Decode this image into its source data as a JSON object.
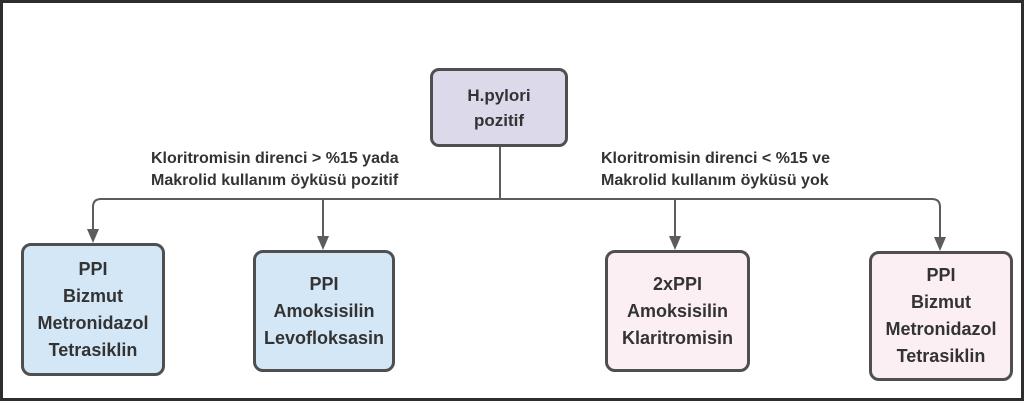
{
  "diagram": {
    "root_box": {
      "lines": [
        "H.pylori",
        "pozitif"
      ],
      "fill": "#dcd9ea"
    },
    "branch_labels": [
      {
        "side": "left",
        "lines": [
          "Kloritromisin direnci > %15 yada",
          "Makrolid kullanım öyküsü pozitif"
        ]
      },
      {
        "side": "right",
        "lines": [
          "Kloritromisin direnci < %15 ve",
          "Makrolid kullanım öyküsü yok"
        ]
      }
    ],
    "leaf_boxes": [
      {
        "lines": [
          "PPI",
          "Bizmut",
          "Metronidazol",
          "Tetrasiklin"
        ],
        "fill": "#d4e7f6"
      },
      {
        "lines": [
          "PPI",
          "Amoksisilin",
          "Levofloksasin"
        ],
        "fill": "#d4e7f6"
      },
      {
        "lines": [
          "2xPPI",
          "Amoksisilin",
          "Klaritromisin"
        ],
        "fill": "#fbeff4"
      },
      {
        "lines": [
          "PPI",
          "Bizmut",
          "Metronidazol",
          "Tetrasiklin"
        ],
        "fill": "#fbeff4"
      }
    ]
  },
  "colors": {
    "root_fill": "#dcd9ea",
    "blue_fill": "#d4e7f6",
    "pink_fill": "#fbeff4",
    "box_border": "#4f4f4f",
    "connector_line": "#5c5c5c",
    "text": "#333333",
    "frame_border": "#2d2d2d"
  }
}
